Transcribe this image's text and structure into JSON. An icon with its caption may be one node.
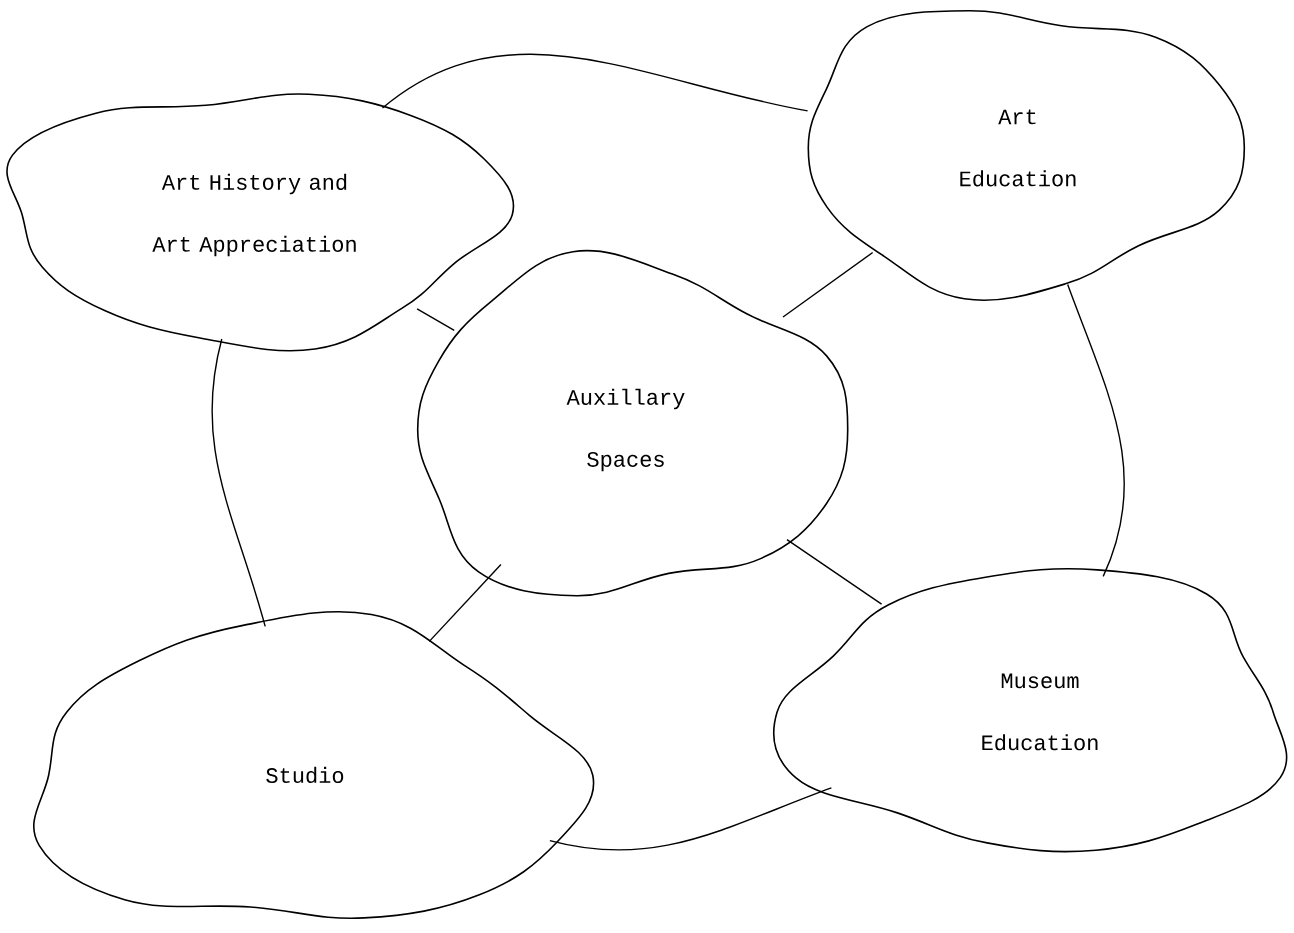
{
  "diagram": {
    "nodes": [
      {
        "text": [
          "Art History and Art Appreciation"
        ]
      },
      {
        "text": [
          "Art Education"
        ]
      },
      {
        "text": [
          "Auxillary Spaces"
        ]
      },
      {
        "text": [
          "Studio"
        ]
      },
      {
        "text": [
          "Museum Education"
        ]
      }
    ],
    "edges": [
      {
        "from": 0,
        "to": 1,
        "arrow": "none"
      },
      {
        "from": 0,
        "to": 2,
        "arrow": "none"
      },
      {
        "from": 1,
        "to": 2,
        "arrow": "none"
      },
      {
        "from": 0,
        "to": 3,
        "arrow": "none"
      },
      {
        "from": 1,
        "to": 4,
        "arrow": "none"
      },
      {
        "from": 2,
        "to": 3,
        "arrow": "none"
      },
      {
        "from": 2,
        "to": 4,
        "arrow": "none"
      },
      {
        "from": 3,
        "to": 4,
        "arrow": "none"
      }
    ]
  }
}
